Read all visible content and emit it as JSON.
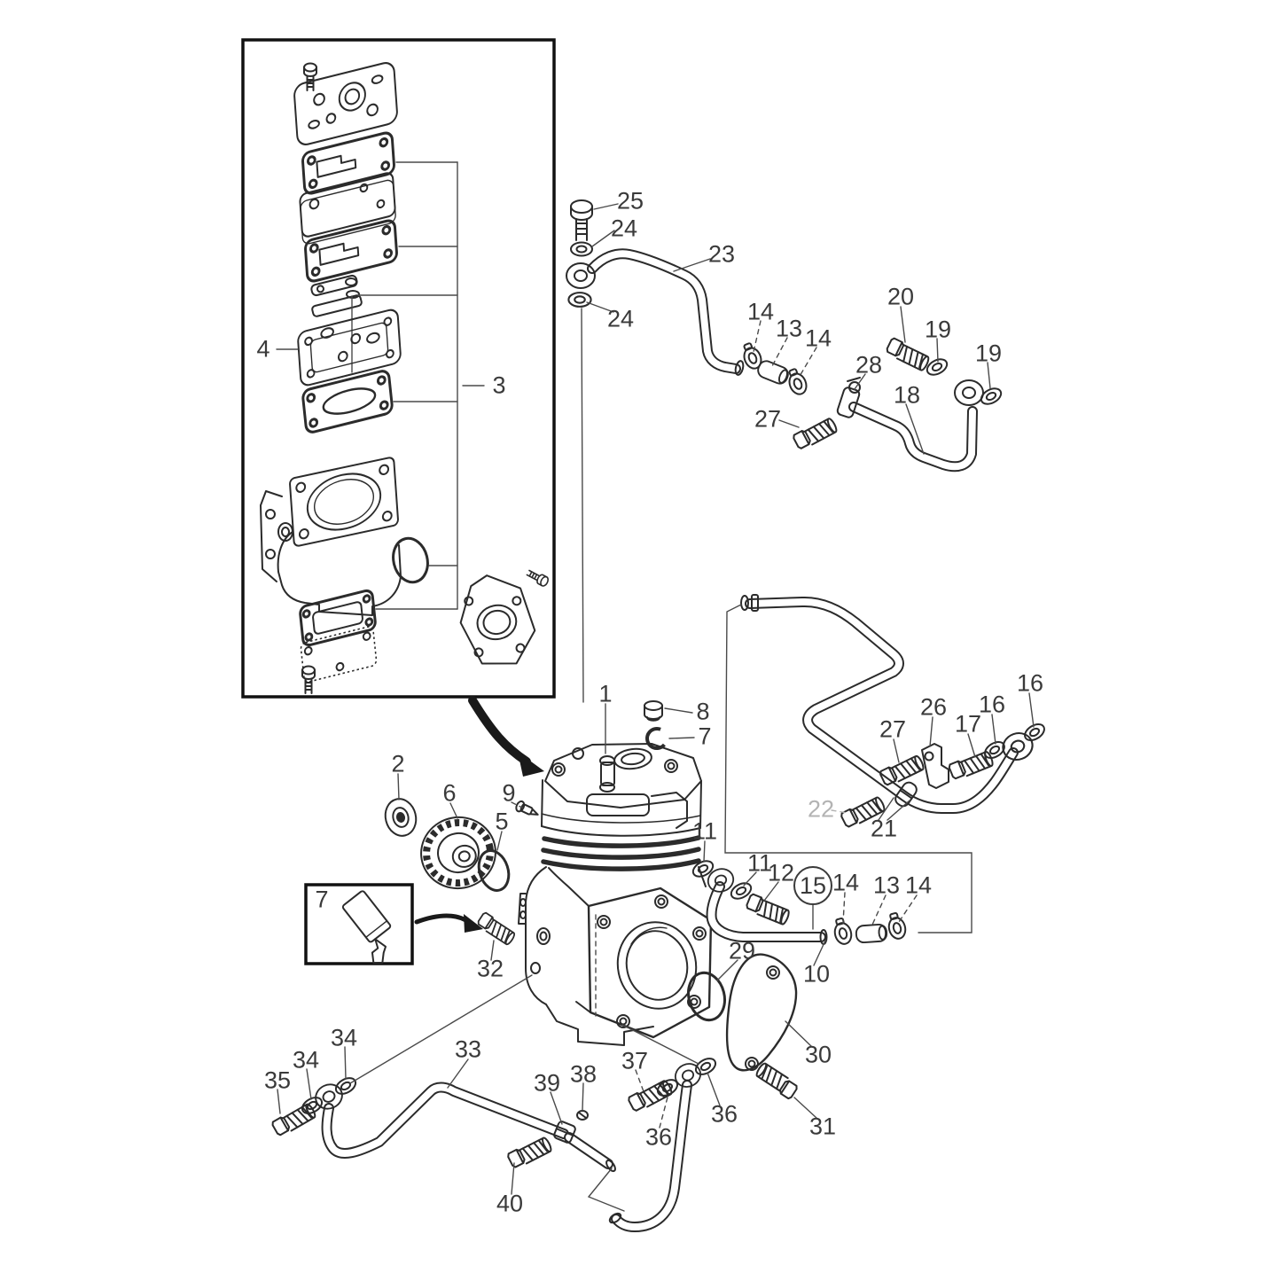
{
  "figure": {
    "background": "#ffffff",
    "line_color": "#2b2b2b",
    "label_color": "#3a3a3a",
    "muted_label_color": "#b3b3b3",
    "style": "exploded-parts-line-diagram"
  },
  "callouts": {
    "c1": {
      "label": "1"
    },
    "c8": {
      "label": "8"
    },
    "c7": {
      "label": "7"
    },
    "c2": {
      "label": "2"
    },
    "c6": {
      "label": "6"
    },
    "c9": {
      "label": "9"
    },
    "c5": {
      "label": "5"
    },
    "c3": {
      "label": "3"
    },
    "c4": {
      "label": "4"
    },
    "c25": {
      "label": "25"
    },
    "c24a": {
      "label": "24"
    },
    "c23": {
      "label": "23"
    },
    "c24b": {
      "label": "24"
    },
    "c14a": {
      "label": "14"
    },
    "c13a": {
      "label": "13"
    },
    "c14b": {
      "label": "14"
    },
    "c20": {
      "label": "20"
    },
    "c19a": {
      "label": "19"
    },
    "c19b": {
      "label": "19"
    },
    "c28": {
      "label": "28"
    },
    "c18": {
      "label": "18"
    },
    "c27a": {
      "label": "27"
    },
    "c26": {
      "label": "26"
    },
    "c27b": {
      "label": "27"
    },
    "c17": {
      "label": "17"
    },
    "c16a": {
      "label": "16"
    },
    "c16b": {
      "label": "16"
    },
    "c22": {
      "label": "22"
    },
    "c21": {
      "label": "21"
    },
    "c11a": {
      "label": "11"
    },
    "c11b": {
      "label": "11"
    },
    "c12": {
      "label": "12"
    },
    "c15": {
      "label": "15"
    },
    "c14c": {
      "label": "14"
    },
    "c13b": {
      "label": "13"
    },
    "c14d": {
      "label": "14"
    },
    "c10": {
      "label": "10"
    },
    "c29": {
      "label": "29"
    },
    "c30": {
      "label": "30"
    },
    "c31": {
      "label": "31"
    },
    "c32": {
      "label": "32"
    },
    "c7b": {
      "label": "7"
    },
    "c35": {
      "label": "35"
    },
    "c34a": {
      "label": "34"
    },
    "c34b": {
      "label": "34"
    },
    "c33": {
      "label": "33"
    },
    "c39": {
      "label": "39"
    },
    "c38": {
      "label": "38"
    },
    "c37": {
      "label": "37"
    },
    "c36a": {
      "label": "36"
    },
    "c36b": {
      "label": "36"
    },
    "c40": {
      "label": "40"
    }
  }
}
